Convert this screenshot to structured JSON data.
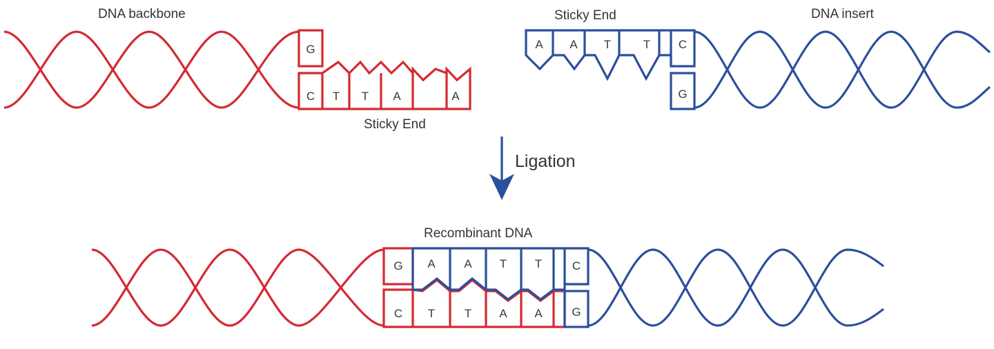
{
  "labels": {
    "dna_backbone": "DNA backbone",
    "sticky_end_top": "Sticky End",
    "dna_insert": "DNA insert",
    "sticky_end_bottom": "Sticky End",
    "ligation": "Ligation",
    "recombinant_dna": "Recombinant DNA"
  },
  "backbone": {
    "top_bases": [
      "G"
    ],
    "bottom_bases": [
      "C",
      "T",
      "T",
      "A",
      "A"
    ]
  },
  "insert": {
    "top_bases": [
      "A",
      "A",
      "T",
      "T",
      "C"
    ],
    "bottom_bases": [
      "G"
    ]
  },
  "recombinant": {
    "top_bases": [
      "G",
      "A",
      "A",
      "T",
      "T",
      "C"
    ],
    "bottom_bases": [
      "C",
      "T",
      "T",
      "A",
      "A",
      "G"
    ]
  },
  "colors": {
    "backbone": "#d42a32",
    "insert": "#2a4f9c",
    "text": "#333333"
  }
}
